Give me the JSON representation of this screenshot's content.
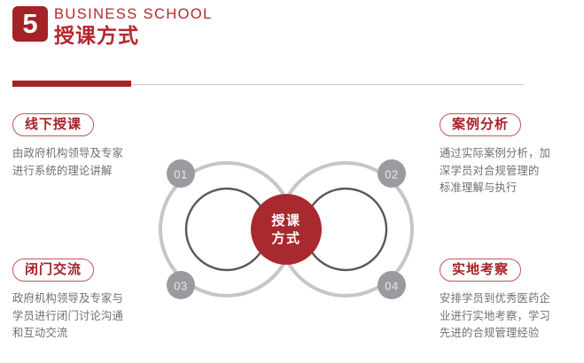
{
  "header": {
    "badge_number": "5",
    "eyebrow": "BUSINESS SCHOOL",
    "title": "授课方式",
    "accent_color": "#a32226",
    "title_color": "#b5272d"
  },
  "diagram": {
    "center_line1": "授课",
    "center_line2": "方式",
    "center_color": "#a82a2e",
    "outer_ring_color": "#c6c6c9",
    "inner_ring_color": "#58585c",
    "badge_color": "#9b9b9f",
    "badges": [
      {
        "label": "01",
        "position": "top-left"
      },
      {
        "label": "02",
        "position": "top-right"
      },
      {
        "label": "03",
        "position": "bottom-left"
      },
      {
        "label": "04",
        "position": "bottom-right"
      }
    ]
  },
  "blocks": {
    "offline": {
      "pill": "线下授课",
      "lines": [
        "由政府机构领导及专家",
        "进行系统的理论讲解"
      ]
    },
    "closed": {
      "pill": "闭门交流",
      "lines": [
        "政府机构领导及专家与",
        "学员进行闭门讨论沟通",
        "和互动交流"
      ]
    },
    "case": {
      "pill": "案例分析",
      "lines": [
        "通过实际案例分析，加",
        "深学员对合规管理的",
        "标准理解与执行"
      ]
    },
    "field": {
      "pill": "实地考察",
      "lines": [
        "安排学员到优秀医药企",
        "业进行实地考察，学习",
        "先进的合规管理经验"
      ]
    }
  },
  "colors": {
    "body_text": "#6f6f74",
    "pill_border": "#c2575c",
    "divider_gray": "#c9c9cc"
  }
}
